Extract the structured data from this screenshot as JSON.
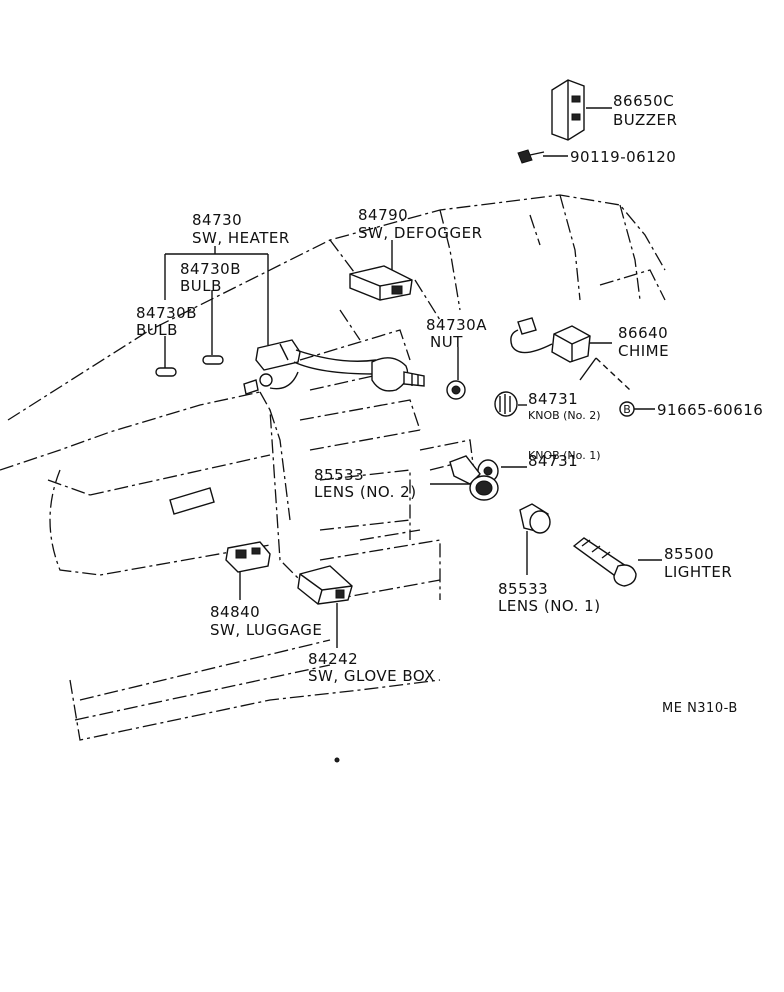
{
  "labels": {
    "buzzer_no": "86650C",
    "buzzer_name": "BUZZER",
    "screw_no": "90119-06120",
    "sw_heater_no": "84730",
    "sw_heater_name": "SW, HEATER",
    "bulb_b_no_1": "84730B",
    "bulb_name_1": "BULB",
    "bulb_b_no_2": "84730B",
    "bulb_name_2": "BULB",
    "sw_defogger_no": "84790",
    "sw_defogger_name": "SW, DEFOGGER",
    "nut_no": "84730A",
    "nut_name": "NUT",
    "chime_no": "86640",
    "chime_name": "CHIME",
    "knob2_no": "84731",
    "knob2_name": "KNOB (No. 2)",
    "knob1_no": "84731",
    "knob1_name": "KNOB (No. 1)",
    "b_marker": "B",
    "clip_no": "91665-60616",
    "lens2_no": "85533",
    "lens2_name": "LENS (NO. 2)",
    "lens1_no": "85533",
    "lens1_name": "LENS (NO. 1)",
    "lighter_no": "85500",
    "lighter_name": "LIGHTER",
    "luggage_no": "84840",
    "luggage_name": "SW, LUGGAGE",
    "glovebox_no": "84242",
    "glovebox_name": "SW, GLOVE BOX",
    "diagram_code": "ME  N310-B"
  }
}
